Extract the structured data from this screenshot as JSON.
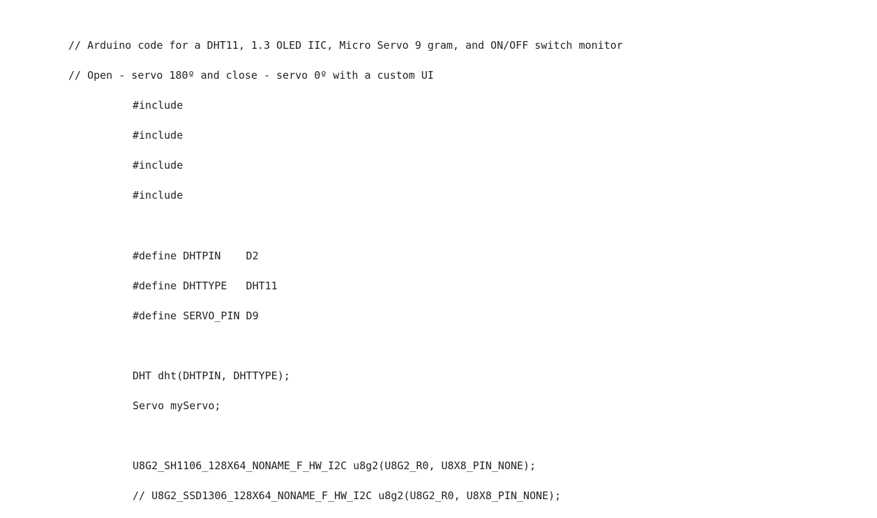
{
  "code": {
    "lines": [
      {
        "text": "// Arduino code for a DHT11, 1.3 OLED IIC, Micro Servo 9 gram, and ON/OFF switch monitor",
        "indent": false
      },
      {
        "text": "// Open - servo 180º and close - servo 0º with a custom UI",
        "indent": false
      },
      {
        "text": "#include",
        "indent": true
      },
      {
        "text": "#include",
        "indent": true
      },
      {
        "text": "#include",
        "indent": true
      },
      {
        "text": "#include",
        "indent": true
      },
      {
        "text": "",
        "indent": true
      },
      {
        "text": "#define DHTPIN    D2",
        "indent": true
      },
      {
        "text": "#define DHTTYPE   DHT11",
        "indent": true
      },
      {
        "text": "#define SERVO_PIN D9",
        "indent": true
      },
      {
        "text": "",
        "indent": true
      },
      {
        "text": "DHT dht(DHTPIN, DHTTYPE);",
        "indent": true
      },
      {
        "text": "Servo myServo;",
        "indent": true
      },
      {
        "text": "",
        "indent": true
      },
      {
        "text": "U8G2_SH1106_128X64_NONAME_F_HW_I2C u8g2(U8G2_R0, U8X8_PIN_NONE);",
        "indent": true
      },
      {
        "text": "// U8G2_SSD1306_128X64_NONAME_F_HW_I2C u8g2(U8G2_R0, U8X8_PIN_NONE);",
        "indent": true
      }
    ]
  }
}
